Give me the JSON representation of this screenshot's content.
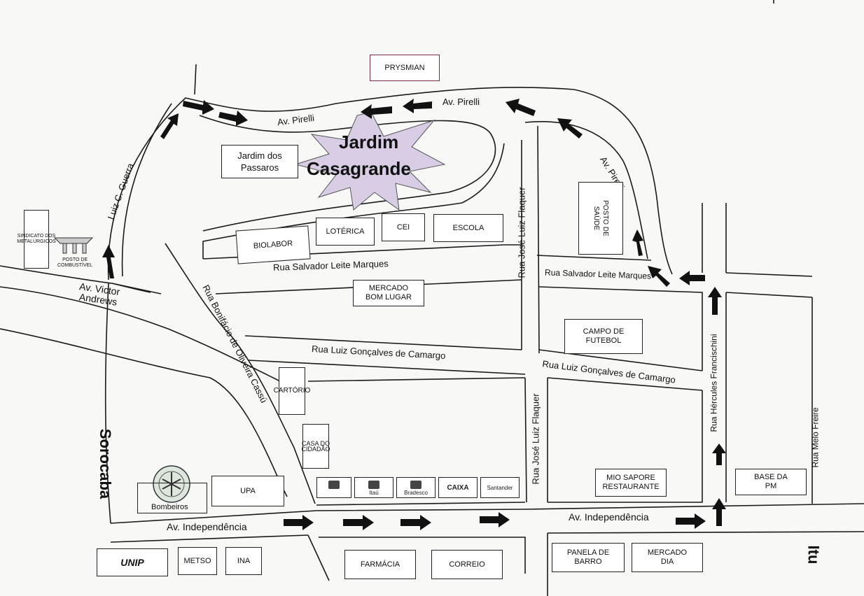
{
  "streets": {
    "pirelli_left": "Av. Pirelli",
    "pirelli_top": "Av. Pirelli",
    "pirelli_right": "Av. Pirelli",
    "luiz_guerra": "Luiz C. Guerra",
    "victor_andrews": "Av. Victor\nAndrews",
    "salvador_left": "Rua Salvador Leite Marques",
    "salvador_right": "Rua Salvador Leite Marques",
    "bonifacio": "Rua Bonifácio de Oliveira Cassú",
    "goncalves_left": "Rua Luiz Gonçalves de Camargo",
    "goncalves_right": "Rua Luiz Gonçalves de Camargo",
    "flaquer_top": "Rua José Luiz Flaquer",
    "flaquer_bottom": "Rua José Luiz Flaquer",
    "hercules": "Rua Hércules Francischini",
    "melo_freire": "Rua Melo Freire",
    "independencia_left": "Av. Independência",
    "independencia_right": "Av. Independência"
  },
  "cities": {
    "sorocaba": "Sorocaba",
    "itu": "Itu"
  },
  "neighborhood": {
    "line1": "Jardim",
    "line2": "Casagrande"
  },
  "places": {
    "prysmian": "PRYSMIAN",
    "jardim_passaros": "Jardim dos\nPassaros",
    "biolabor": "BIOLABOR",
    "loterica": "LOTÉRICA",
    "cei": "CEI",
    "escola": "ESCOLA",
    "posto_saude": "POSTO DE\nSAÚDE",
    "sindicato": "SINDICATO DOS\nMETALÚRGICOS",
    "posto_combustivel": "POSTO DE\nCOMBUSTÍVEL",
    "mercado_bom_lugar": "MERCADO\nBOM LUGAR",
    "campo_futebol": "CAMPO DE\nFUTEBOL",
    "cartorio": "CARTÓRIO",
    "casa_cidadao": "CASA DO\nCIDADÃO",
    "mio_sapore": "MIO SAPORE\nRESTAURANTE",
    "base_pm": "BASE DA\nPM",
    "bombeiros": "Bombeiros",
    "upa": "UPA",
    "unip": "UNIP",
    "metso": "METSO",
    "ina": "INA",
    "farmacia": "FARMÁCIA",
    "correio": "CORREIO",
    "panela_barro": "PANELA DE\nBARRO",
    "mercado_dia": "MERCADO\nDIA"
  },
  "banks": {
    "itau": "Itaú",
    "bradesco": "Bradesco",
    "caixa": "CAIXA",
    "santander": "Santander"
  },
  "colors": {
    "road_stroke": "#1a1a1a",
    "box_border": "#222222",
    "star_fill": "#d9cde6",
    "arrow": "#111111"
  },
  "icons": [
    "arrow-icon",
    "fuel-station-icon",
    "fire-department-emblem-icon",
    "bank-logo-icon",
    "star-burst-icon"
  ]
}
